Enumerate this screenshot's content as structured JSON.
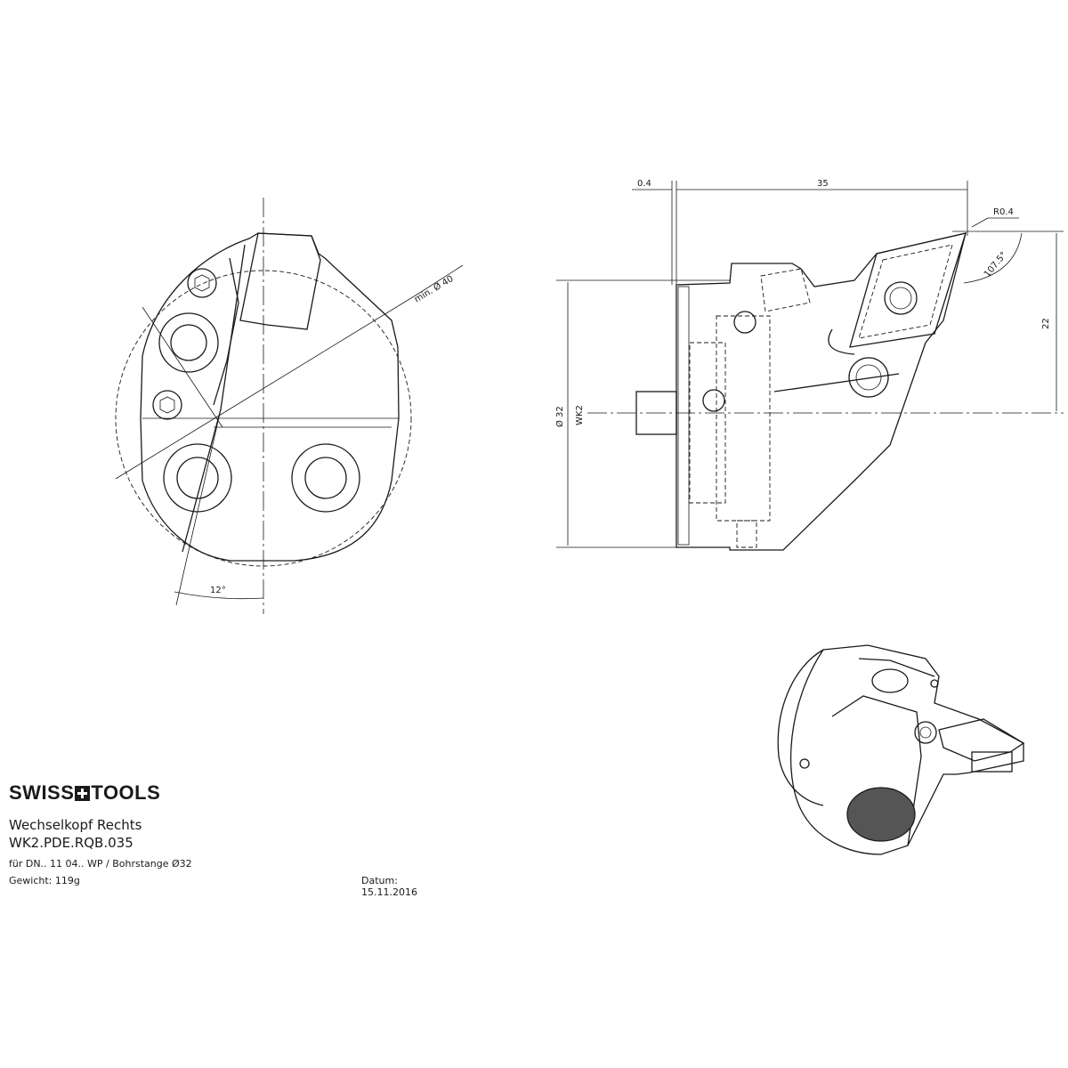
{
  "front_view": {
    "min_diameter": "min. Ø 40",
    "angle": "12°"
  },
  "side_view": {
    "dim_offset": "0.4",
    "dim_length": "35",
    "corner_radius": "R0.4",
    "angle": "107.5°",
    "dim_height": "22",
    "diameter": "Ø 32",
    "interface": "WK2"
  },
  "title_block": {
    "brand": {
      "left": "SWISS",
      "right": "TOOLS"
    },
    "name": "Wechselkopf Rechts",
    "article": "WK2.PDE.RQB.035",
    "usage": "für DN.. 11 04.. WP / Bohrstange   Ø32",
    "weight": "Gewicht: 119g",
    "date": "Datum: 15.11.2016"
  }
}
